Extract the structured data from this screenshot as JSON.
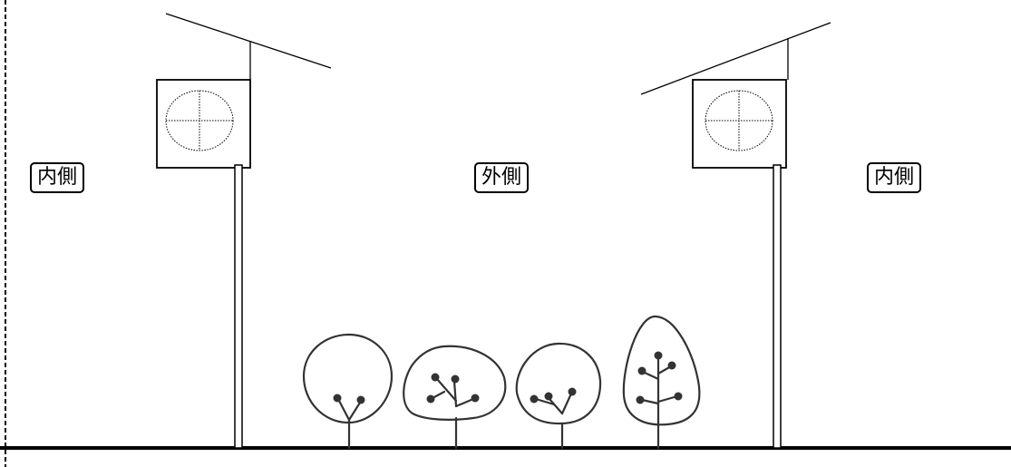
{
  "labels": {
    "left": "内側",
    "middle": "外側",
    "right": "内側"
  },
  "colors": {
    "line": "#000000",
    "tree": "#333333",
    "background": "#ffffff"
  },
  "icons": [
    "outdoor-ac-unit-icon",
    "fan-grille-icon",
    "tree-icon",
    "pole-icon",
    "roof-icon"
  ]
}
